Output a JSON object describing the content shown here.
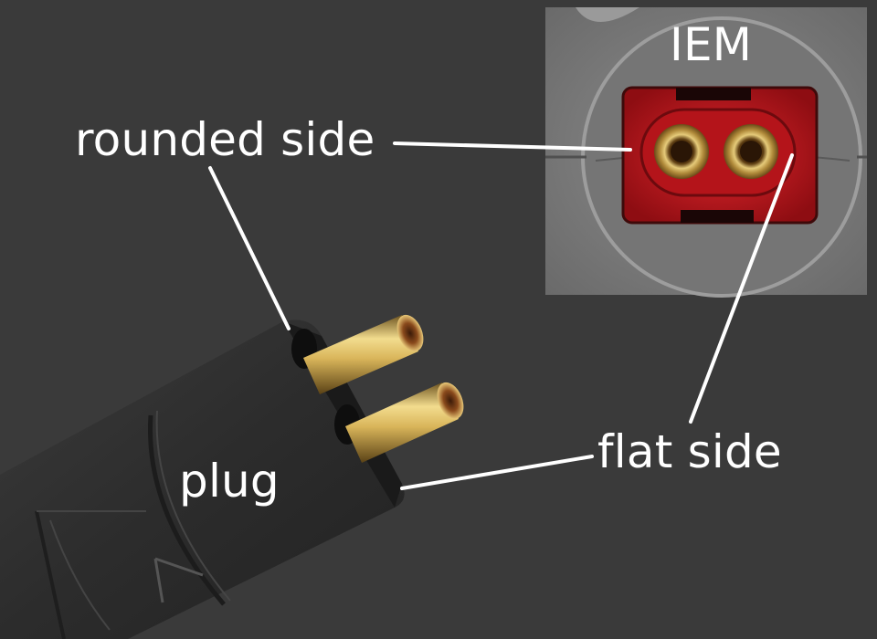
{
  "labels": {
    "rounded_side": "rounded side",
    "flat_side": "flat side",
    "plug": "plug",
    "iem": "IEM"
  },
  "colors": {
    "background": "#3a3a3a",
    "plug_body": "#2b2b2b",
    "socket_red": "#c4141c",
    "pin_gold": "#c9a24a",
    "inset_gray": "#7d7d7d",
    "label_text": "#ffffff",
    "leader_line": "#ffffff"
  }
}
